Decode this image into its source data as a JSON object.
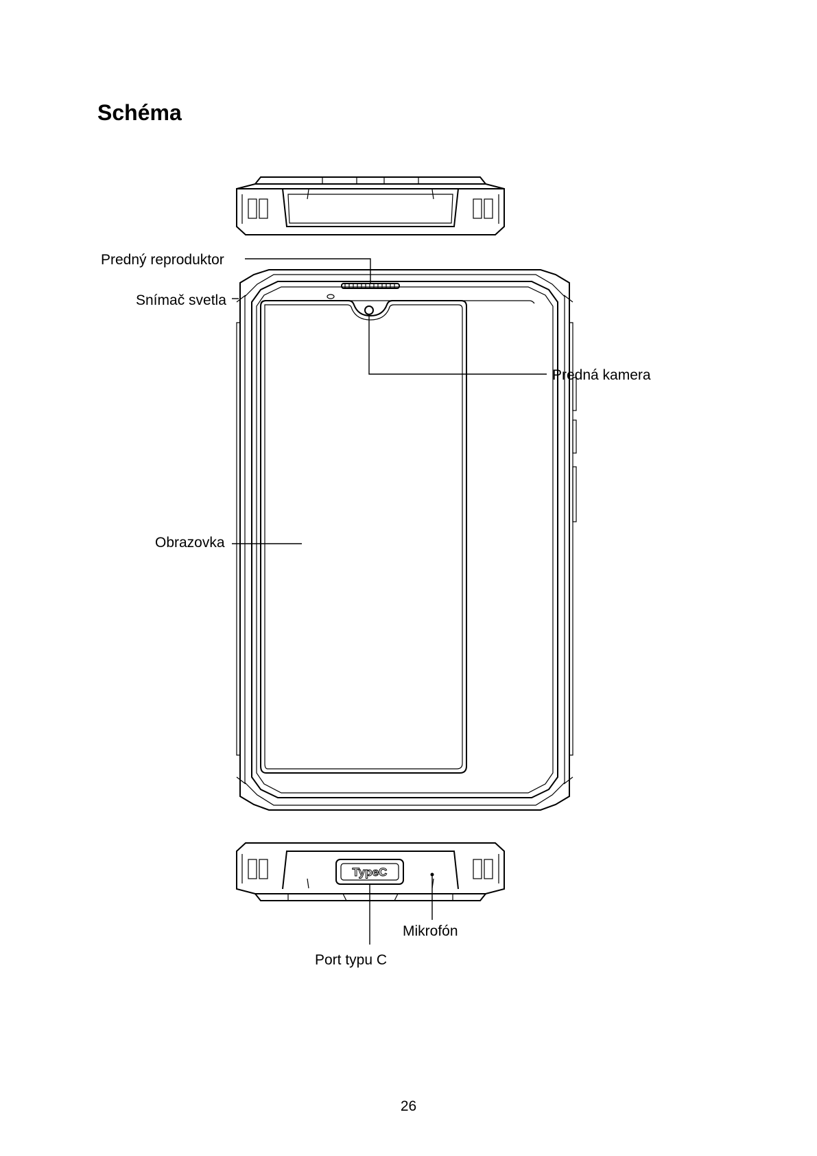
{
  "page": {
    "title": "Schéma",
    "page_number": "26"
  },
  "labels": {
    "front_speaker": "Predný reproduktor",
    "light_sensor": "Snímač svetla",
    "front_camera": "Predná kamera",
    "screen": "Obrazovka",
    "microphone": "Mikrofón",
    "usb_port": "Port typu C"
  },
  "device": {
    "port_marking": "TypeC"
  }
}
